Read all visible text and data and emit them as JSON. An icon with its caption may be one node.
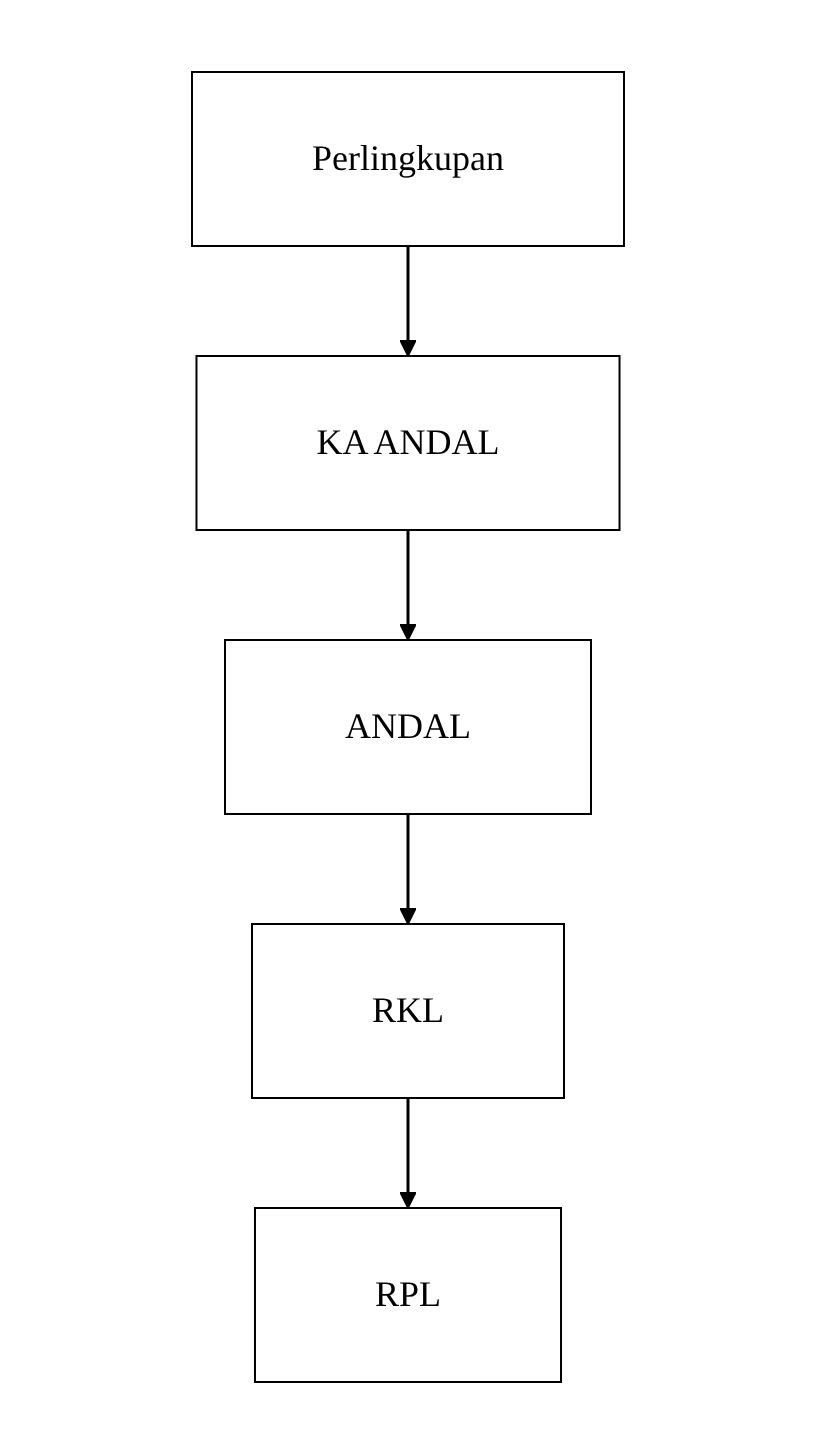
{
  "diagram": {
    "nodes": [
      {
        "text": [
          "Perlingkupan"
        ]
      },
      {
        "text": [
          "KA ANDAL"
        ]
      },
      {
        "text": [
          "ANDAL"
        ]
      },
      {
        "text": [
          "RKL"
        ]
      },
      {
        "text": [
          "RPL"
        ]
      }
    ],
    "edges": [
      {
        "from": 0,
        "to": 1,
        "arrow": "to"
      },
      {
        "from": 1,
        "to": 2,
        "arrow": "to"
      },
      {
        "from": 2,
        "to": 3,
        "arrow": "to"
      },
      {
        "from": 3,
        "to": 4,
        "arrow": "to"
      }
    ]
  }
}
